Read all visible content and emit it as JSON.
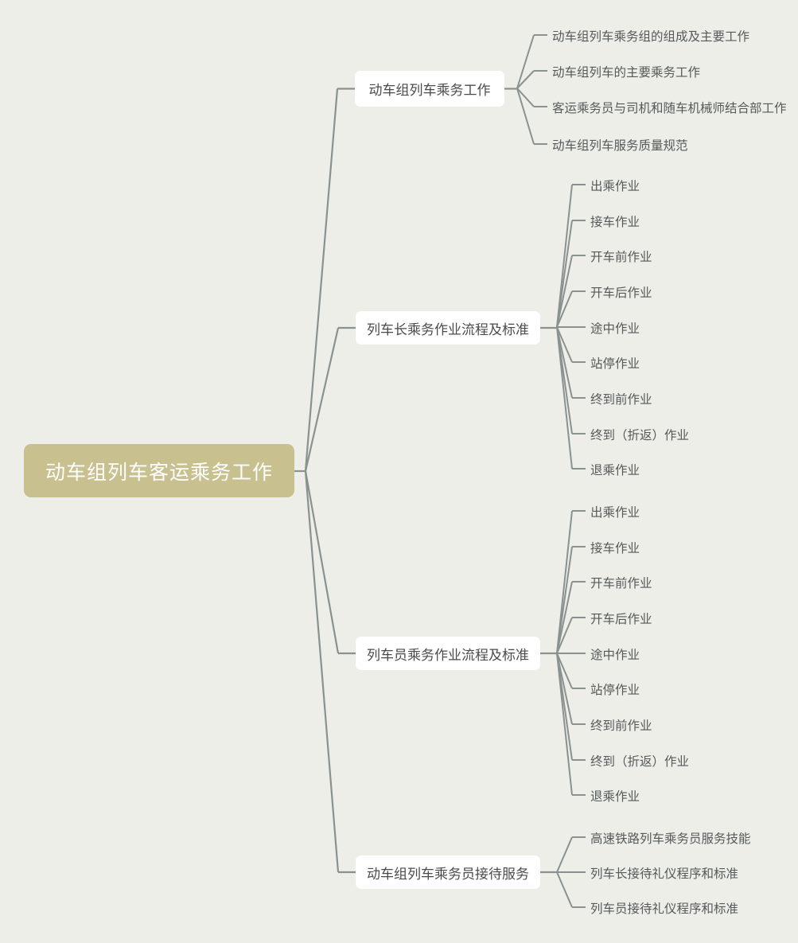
{
  "diagram": {
    "type": "mind-map",
    "background_color": "#edeee8",
    "root_color": "#c9c08f",
    "branch_color": "#ffffff",
    "connector_color": "#8a9290",
    "root_text_color": "#ffffff",
    "branch_text_color": "#4b4b4b",
    "leaf_text_color": "#555a58"
  },
  "root": {
    "label": "动车组列车客运乘务工作"
  },
  "branches": [
    {
      "label": "动车组列车乘务工作",
      "leaves": [
        "动车组列车乘务组的组成及主要工作",
        "动车组列车的主要乘务工作",
        "客运乘务员与司机和随车机械师结合部工作",
        "动车组列车服务质量规范"
      ]
    },
    {
      "label": "列车长乘务作业流程及标准",
      "leaves": [
        "出乘作业",
        "接车作业",
        "开车前作业",
        "开车后作业",
        "途中作业",
        "站停作业",
        "终到前作业",
        "终到（折返）作业",
        "退乘作业"
      ]
    },
    {
      "label": "列车员乘务作业流程及标准",
      "leaves": [
        "出乘作业",
        "接车作业",
        "开车前作业",
        "开车后作业",
        "途中作业",
        "站停作业",
        "终到前作业",
        "终到（折返）作业",
        "退乘作业"
      ]
    },
    {
      "label": "动车组列车乘务员接待服务",
      "leaves": [
        "高速铁路列车乘务员服务技能",
        "列车长接待礼仪程序和标准",
        "列车员接待礼仪程序和标准"
      ]
    }
  ]
}
